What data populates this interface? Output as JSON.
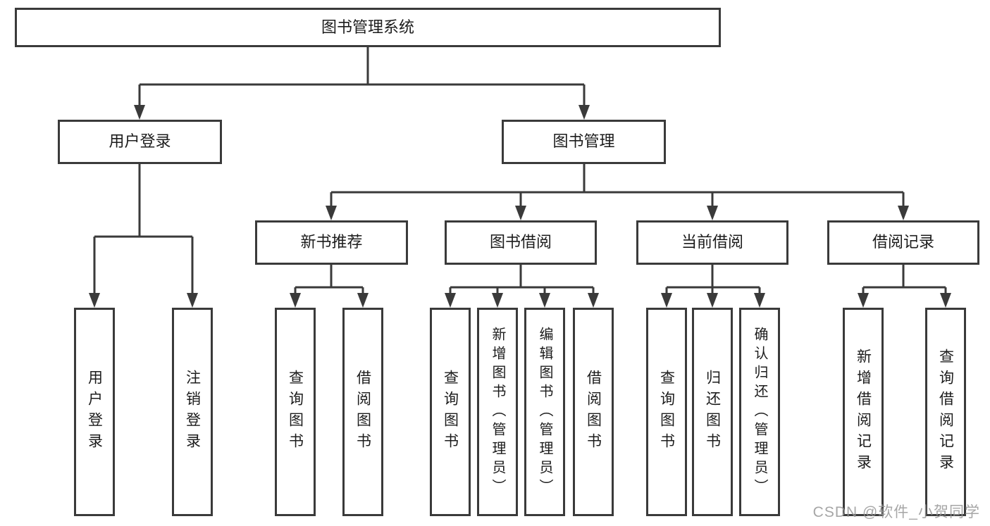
{
  "nodes": {
    "root": {
      "label": "图书管理系统"
    },
    "user_login": {
      "label": "用户登录"
    },
    "book_management": {
      "label": "图书管理"
    },
    "new_book_recommend": {
      "label": "新书推荐"
    },
    "book_borrow": {
      "label": "图书借阅"
    },
    "current_borrow": {
      "label": "当前借阅"
    },
    "borrow_records": {
      "label": "借阅记录"
    },
    "leaf_user_login": {
      "label": "用户登录"
    },
    "leaf_logout": {
      "label": "注销登录"
    },
    "leaf_nbr_query_book": {
      "label": "查询图书"
    },
    "leaf_nbr_borrow_book": {
      "label": "借阅图书"
    },
    "leaf_bb_query_book": {
      "label": "查询图书"
    },
    "leaf_bb_add_book": {
      "label": "新增图书（管理员）"
    },
    "leaf_bb_edit_book": {
      "label": "编辑图书（管理员）"
    },
    "leaf_bb_borrow_book": {
      "label": "借阅图书"
    },
    "leaf_cb_query_book": {
      "label": "查询图书"
    },
    "leaf_cb_return_book": {
      "label": "归还图书"
    },
    "leaf_cb_confirm_return": {
      "label": "确认归还（管理员）"
    },
    "leaf_br_add_record": {
      "label": "新增借阅记录"
    },
    "leaf_br_query_record": {
      "label": "查询借阅记录"
    }
  },
  "hierarchy": {
    "图书管理系统": {
      "用户登录": [
        "用户登录",
        "注销登录"
      ],
      "图书管理": {
        "新书推荐": [
          "查询图书",
          "借阅图书"
        ],
        "图书借阅": [
          "查询图书",
          "新增图书（管理员）",
          "编辑图书（管理员）",
          "借阅图书"
        ],
        "当前借阅": [
          "查询图书",
          "归还图书",
          "确认归还（管理员）"
        ],
        "借阅记录": [
          "新增借阅记录",
          "查询借阅记录"
        ]
      }
    }
  },
  "watermark": "CSDN @软件_小贺同学",
  "colors": {
    "line": "#3a3a3a",
    "text": "#1c1c1c",
    "watermark": "#969696",
    "background": "#ffffff"
  }
}
